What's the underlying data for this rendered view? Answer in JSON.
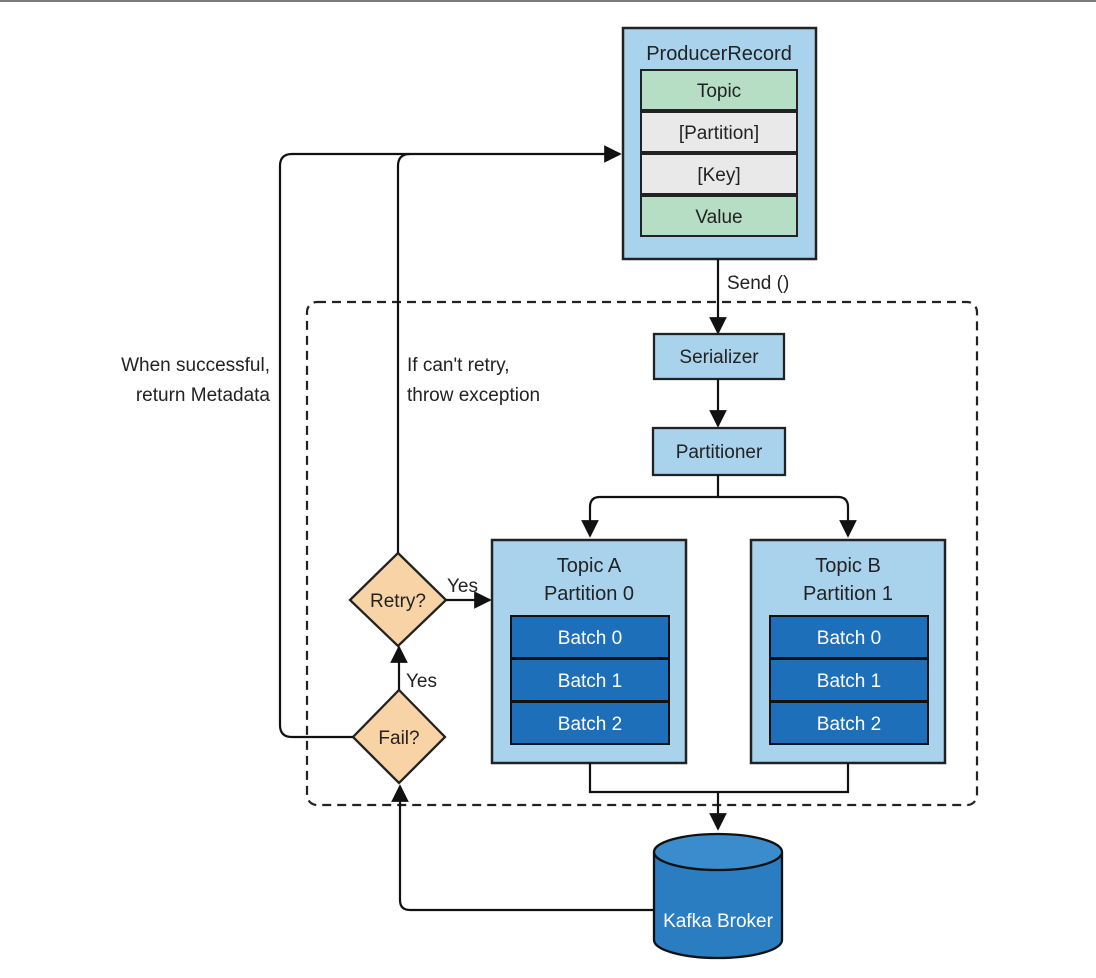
{
  "producer_record": {
    "title": "ProducerRecord",
    "fields": [
      "Topic",
      "[Partition]",
      "[Key]",
      "Value"
    ]
  },
  "send_label": "Send ()",
  "serializer": "Serializer",
  "partitioner": "Partitioner",
  "topic_a": {
    "line1": "Topic A",
    "line2": "Partition 0",
    "batches": [
      "Batch 0",
      "Batch 1",
      "Batch 2"
    ]
  },
  "topic_b": {
    "line1": "Topic B",
    "line2": "Partition 1",
    "batches": [
      "Batch 0",
      "Batch 1",
      "Batch 2"
    ]
  },
  "retry": "Retry?",
  "fail": "Fail?",
  "yes_retry": "Yes",
  "yes_fail": "Yes",
  "broker": "Kafka Broker",
  "success_note": {
    "line1": "When successful,",
    "line2": "return Metadata"
  },
  "retry_note": {
    "line1": "If can't retry,",
    "line2": "throw exception"
  },
  "colors": {
    "outer_box": "#a9d3ec",
    "field_green": "#b5dec4",
    "field_gray": "#e9e9e9",
    "batch_blue": "#1e6fb9",
    "diamond": "#f7d3a5",
    "broker": "#2a7dc0"
  }
}
